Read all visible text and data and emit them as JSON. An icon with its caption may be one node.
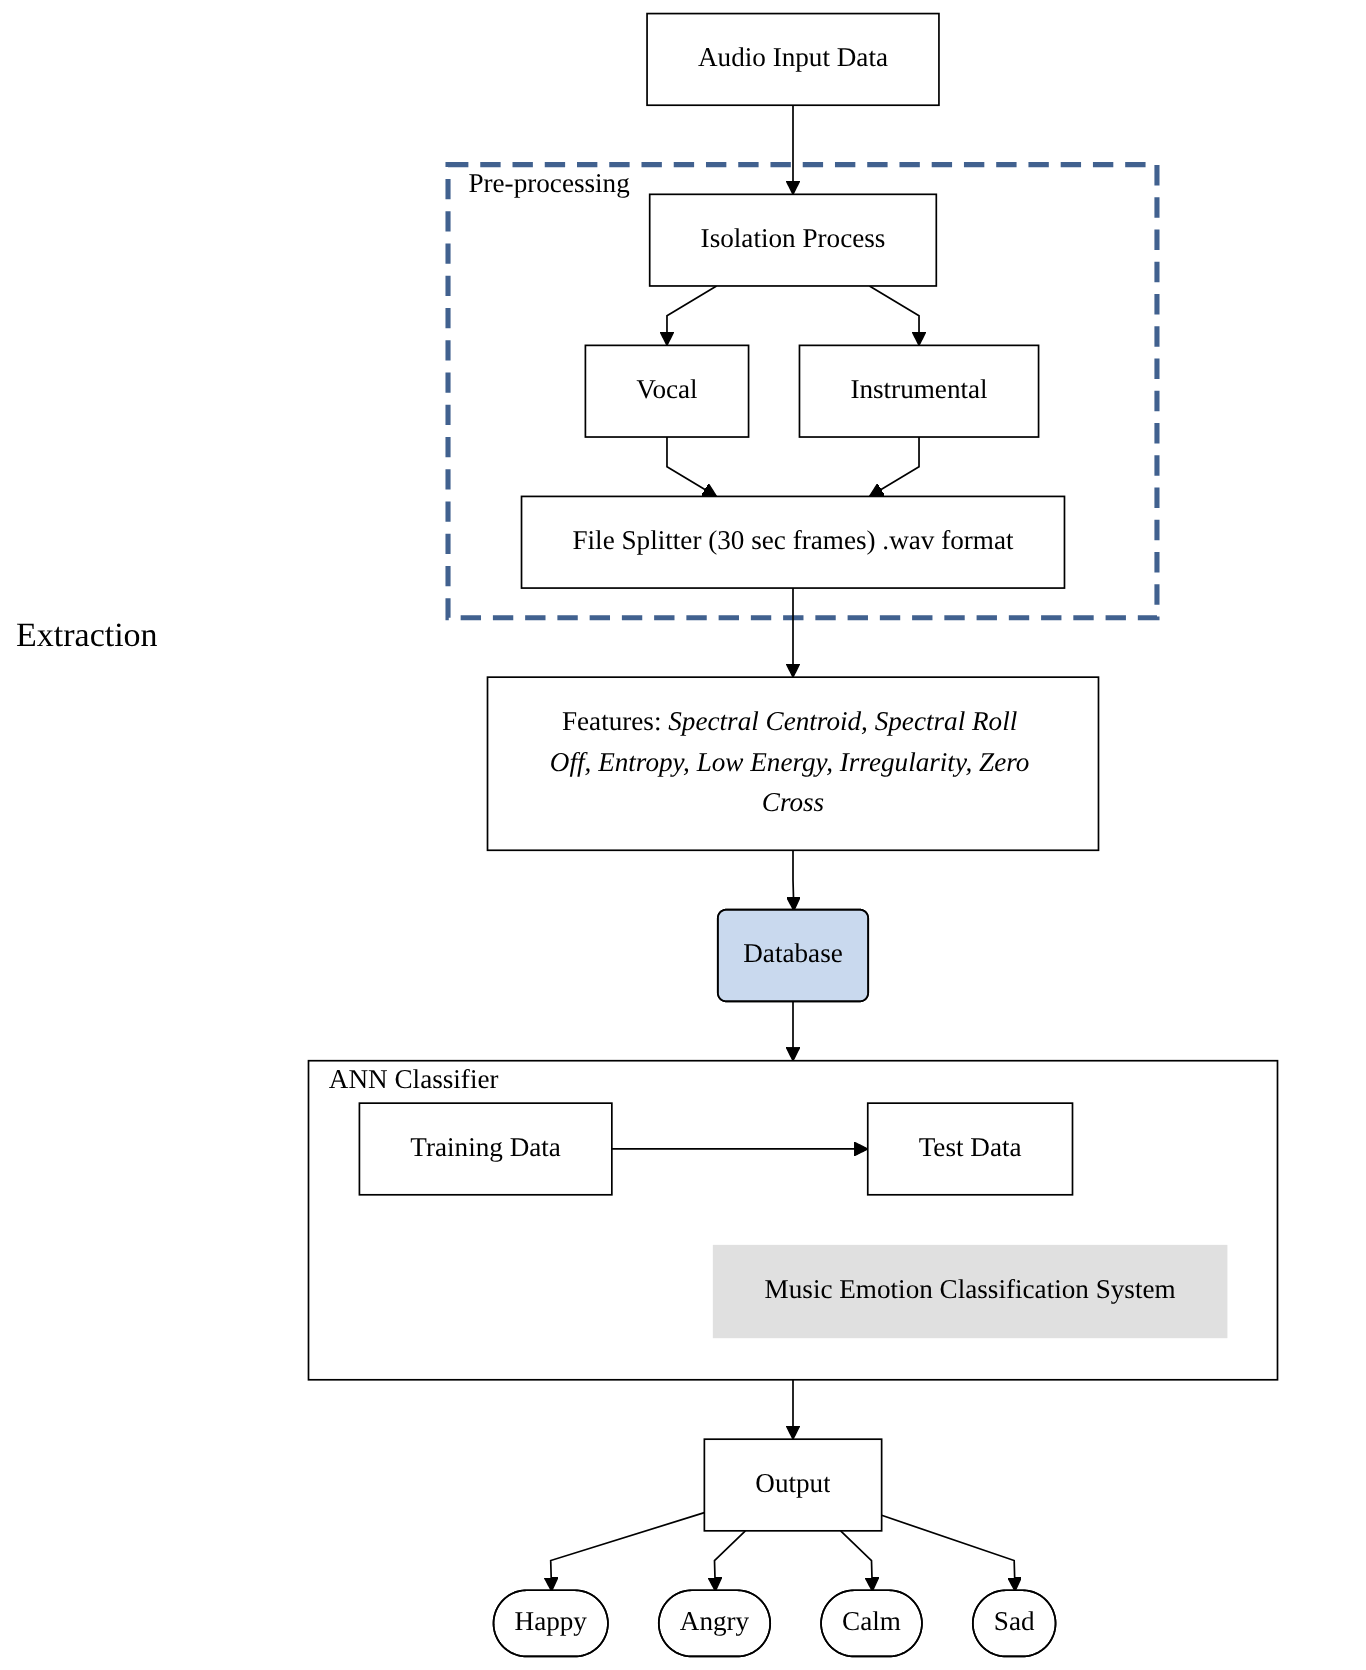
{
  "diagram": {
    "nodes": [
      {
        "text": [
          "Audio Input Data"
        ]
      },
      {
        "text": [
          "Pre-processing"
        ]
      },
      {
        "text": [
          "Isolation Process"
        ],
        "in": 1
      },
      {
        "text": [
          "Vocal"
        ],
        "in": 1
      },
      {
        "text": [
          "Instrumental"
        ],
        "in": 1
      },
      {
        "text": [
          "File Splitter (30 sec frames) .wav format"
        ],
        "in": 1
      },
      {
        "text": [
          "Features: *Spectral Centroid, Spectral Roll Off, Entropy, Low Energy, Irregularity, Zero Cross*"
        ]
      },
      {
        "text": [
          "Database"
        ]
      },
      {
        "text": [
          "ANN Classifier"
        ]
      },
      {
        "text": [
          "Training Data"
        ],
        "in": 8
      },
      {
        "text": [
          "Test Data"
        ],
        "in": 8
      },
      {
        "text": [
          "Music Emotion Classification System"
        ],
        "in": 8
      },
      {
        "text": [
          "Output"
        ]
      },
      {
        "text": [
          "Happy"
        ]
      },
      {
        "text": [
          "Angry"
        ]
      },
      {
        "text": [
          "Calm"
        ]
      },
      {
        "text": [
          "Sad"
        ]
      }
    ],
    "edges": [
      {
        "from": 0,
        "to": 2,
        "arrow": "to"
      },
      {
        "from": 2,
        "to": 3,
        "arrow": "to"
      },
      {
        "from": 2,
        "to": 4,
        "arrow": "to"
      },
      {
        "from": 3,
        "to": 5,
        "arrow": "to"
      },
      {
        "from": 4,
        "to": 5,
        "arrow": "to"
      },
      {
        "from": 5,
        "to": 6,
        "arrow": "to"
      },
      {
        "from": 6,
        "to": 7,
        "arrow": "to"
      },
      {
        "from": 7,
        "to": 8,
        "arrow": "to"
      },
      {
        "from": 9,
        "to": 10,
        "arrow": "to"
      },
      {
        "from": 8,
        "to": 12,
        "arrow": "to"
      },
      {
        "from": 12,
        "to": 13,
        "arrow": "to"
      },
      {
        "from": 12,
        "to": 14,
        "arrow": "to"
      },
      {
        "from": 12,
        "to": 15,
        "arrow": "to"
      },
      {
        "from": 12,
        "to": 16,
        "arrow": "to"
      }
    ],
    "labels": [
      "Extraction"
    ]
  }
}
